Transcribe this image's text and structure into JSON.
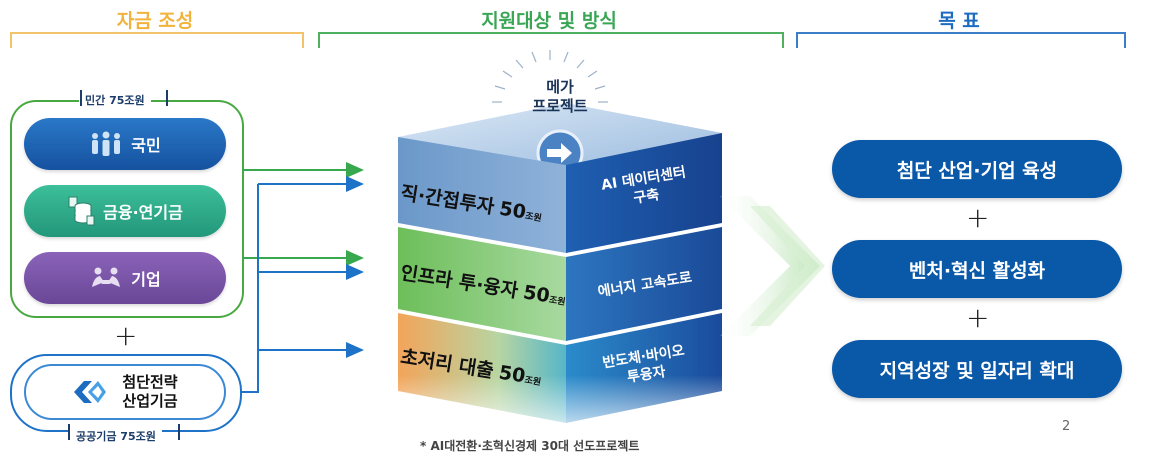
{
  "headers": {
    "funding": "자금 조성",
    "support": "지원대상 및 방식",
    "goals": "목 표"
  },
  "private_fund": {
    "badge": "민간 75조원",
    "items": [
      {
        "label": "국민",
        "icon": "people-icon",
        "color": "#1b62b3"
      },
      {
        "label": "금융·연기금",
        "icon": "database-icon",
        "color": "#2fae8c"
      },
      {
        "label": "기업",
        "icon": "handshake-icon",
        "color": "#7a55a8"
      }
    ]
  },
  "public_fund": {
    "badge": "공공기금 75조원",
    "name_line1": "첨단전략",
    "name_line2": "산업기금",
    "icon": "fund-logo-icon"
  },
  "plus": "+",
  "mega_project": {
    "line1": "메가",
    "line2": "프로젝트",
    "icon": "arrow-right-icon"
  },
  "slabs": [
    {
      "label": "직·간접투자",
      "amount": "50",
      "unit": "조원",
      "side_line1": "AI 데이터센터",
      "side_line2": "구축"
    },
    {
      "label": "인프라 투·융자",
      "amount": "50",
      "unit": "조원",
      "side_line1": "에너지 고속도로",
      "side_line2": ""
    },
    {
      "label": "초저리 대출",
      "amount": "50",
      "unit": "조원",
      "side_line1": "반도체·바이오",
      "side_line2": "투융자"
    }
  ],
  "footnote": "* AI대전환·초혁신경제 30대 선도프로젝트",
  "goals": [
    "첨단 산업·기업 육성",
    "벤처·혁신 활성화",
    "지역성장 및 일자리 확대"
  ],
  "page_number": "2",
  "colors": {
    "funding_header": "#f2b33d",
    "support_header": "#3aa655",
    "goals_header": "#1e6cc0",
    "goal_pill": "#0a58a8",
    "private_border": "#4aa843",
    "public_border": "#1e73c8"
  }
}
